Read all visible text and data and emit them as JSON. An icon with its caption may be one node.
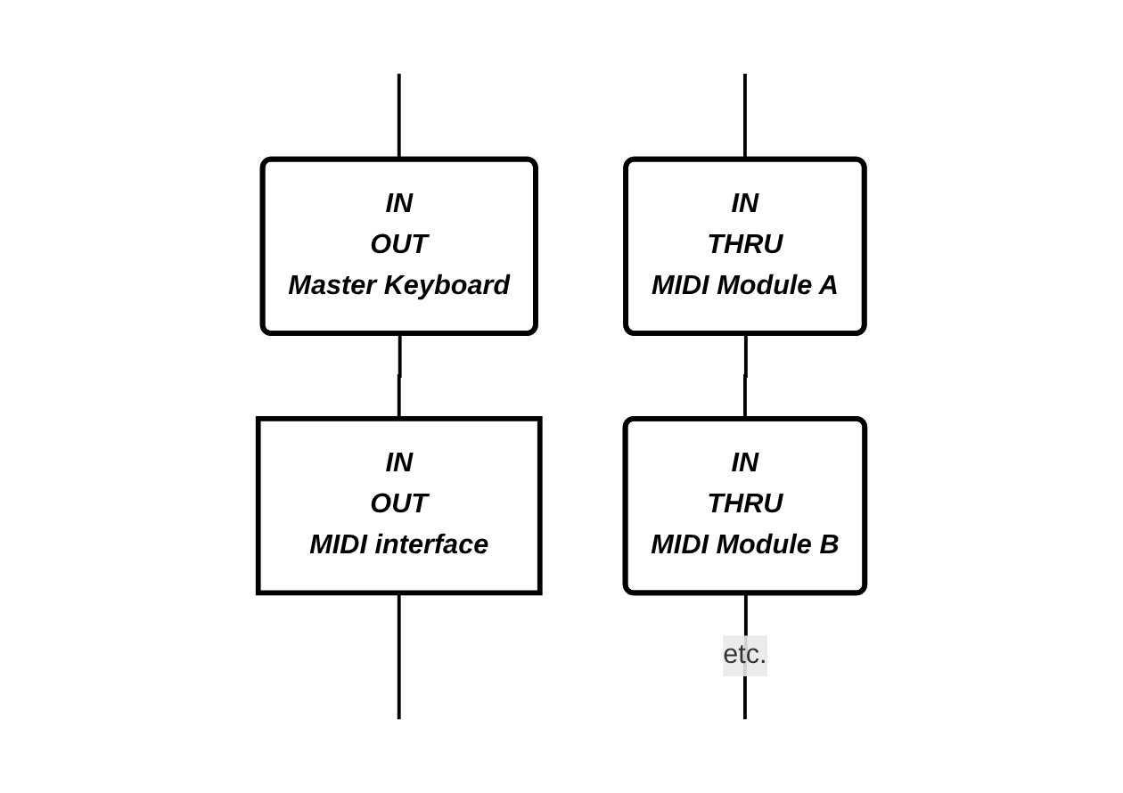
{
  "diagram": {
    "nodes": [
      {
        "text": [
          "IN",
          "OUT",
          "Master Keyboard"
        ]
      },
      {
        "text": [
          "IN",
          "OUT",
          "MIDI interface"
        ]
      },
      {
        "text": [
          "IN",
          "THRU",
          "MIDI Module A"
        ]
      },
      {
        "text": [
          "IN",
          "THRU",
          "MIDI Module B"
        ]
      }
    ],
    "edges": [
      {
        "from": null,
        "to": 0,
        "arrow": "none"
      },
      {
        "from": 0,
        "to": 1,
        "arrow": "none"
      },
      {
        "from": 1,
        "to": null,
        "arrow": "none"
      },
      {
        "from": null,
        "to": 2,
        "arrow": "none"
      },
      {
        "from": 2,
        "to": 3,
        "arrow": "none"
      },
      {
        "from": 3,
        "to": null,
        "arrow": "none",
        "label": "etc."
      }
    ]
  }
}
